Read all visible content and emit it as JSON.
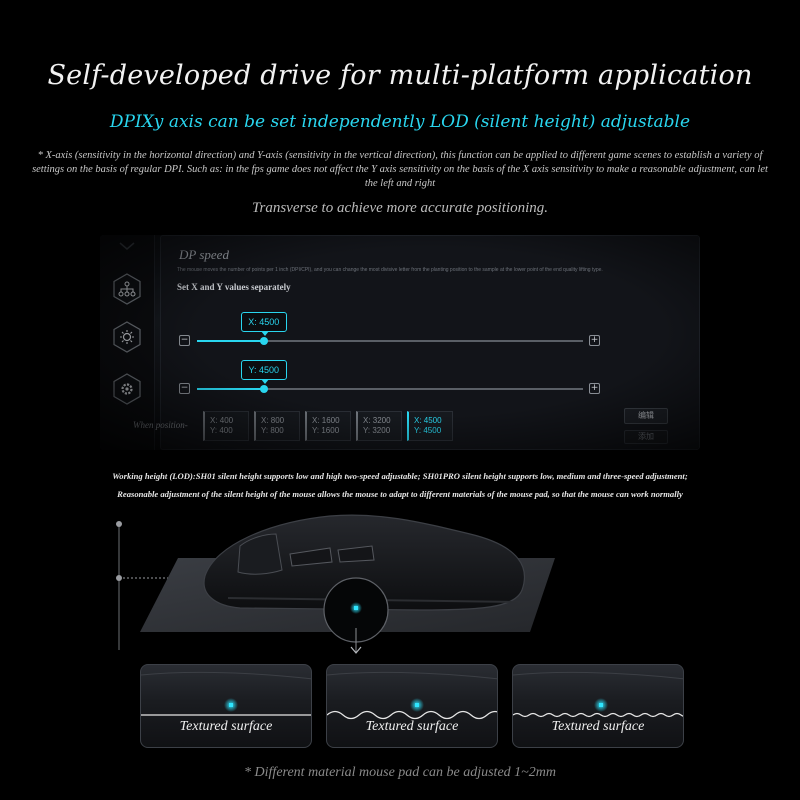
{
  "header": {
    "title": "Self-developed drive for multi-platform application",
    "subtitle": "DPIXy axis can be set independently LOD (silent height) adjustable",
    "description": "* X-axis (sensitivity in the horizontal direction) and Y-axis (sensitivity in the vertical direction), this function can be applied to different game scenes to establish a variety of settings on the basis of regular DPI. Such as: in the fps game does not affect the Y axis sensitivity on the basis of the X axis sensitivity to make a reasonable adjustment, can let the left and right",
    "description2": "Transverse to achieve more accurate positioning."
  },
  "panel": {
    "title": "DP speed",
    "note": "The mouse moves the number of points per 1 inch (DPI/CPI), and you can change the most divisive letter from the planting position to the sample at the lower point of the end quality lifting type.",
    "set_xy_label": "Set X and Y values separately",
    "sidebar_icons": [
      "network-icon",
      "light-icon",
      "gear-icon"
    ],
    "x_slider": {
      "label": "X: 4500",
      "value": 4500,
      "max": 26000,
      "minus": "−",
      "plus": "+"
    },
    "y_slider": {
      "label": "Y: 4500",
      "value": 4500,
      "max": 26000,
      "minus": "−",
      "plus": "+"
    },
    "when_position_label": "When position-",
    "presets": [
      {
        "x": "X: 400",
        "y": "Y: 400"
      },
      {
        "x": "X: 800",
        "y": "Y: 800"
      },
      {
        "x": "X: 1600",
        "y": "Y: 1600"
      },
      {
        "x": "X: 3200",
        "y": "Y: 3200"
      },
      {
        "x": "X: 4500",
        "y": "Y: 4500"
      }
    ],
    "active_preset": 4,
    "edit_button": "编辑",
    "add_button": "添加",
    "accent": "#29d6ef"
  },
  "lod": {
    "line1": "Working height (LOD):SH01 silent height supports low and high two-speed adjustable; SH01PRO silent height supports low, medium and three-speed adjustment;",
    "line2": "Reasonable adjustment of the silent height of the mouse allows the mouse to adapt to different materials of the mouse pad, so that the mouse can work normally"
  },
  "surfaces": [
    {
      "label": "Textured surface",
      "pattern": "flat"
    },
    {
      "label": "Textured surface",
      "pattern": "wavy"
    },
    {
      "label": "Textured surface",
      "pattern": "bumpy"
    }
  ],
  "footer": "* Different material mouse pad can be adjusted 1~2mm"
}
